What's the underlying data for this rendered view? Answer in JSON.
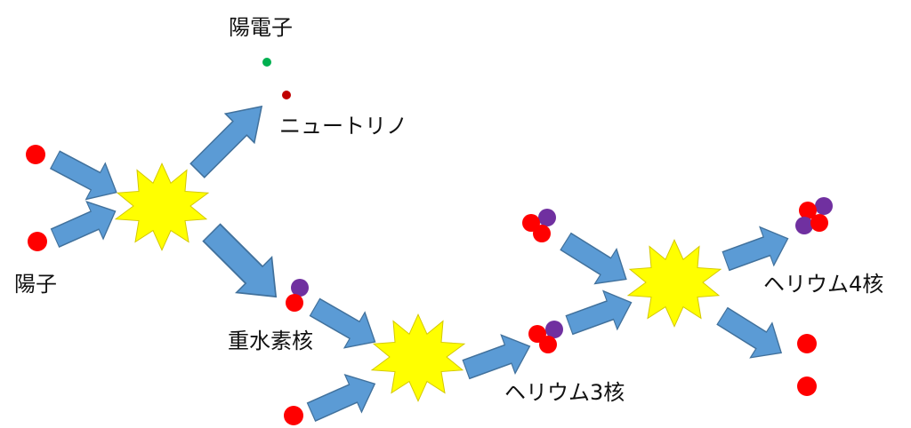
{
  "labels": {
    "positron": "陽電子",
    "neutrino": "ニュートリノ",
    "proton": "陽子",
    "deuterium": "重水素核",
    "helium3": "ヘリウム3核",
    "helium4": "ヘリウム4核"
  },
  "colors": {
    "background": "#ffffff",
    "proton": "#ff0000",
    "neutron": "#7030a0",
    "positron": "#00b050",
    "neutrino": "#c00000",
    "arrow_fill": "#5b9bd5",
    "arrow_stroke": "#41719c",
    "burst_fill": "#ffff00",
    "burst_stroke": "#d4c800"
  }
}
